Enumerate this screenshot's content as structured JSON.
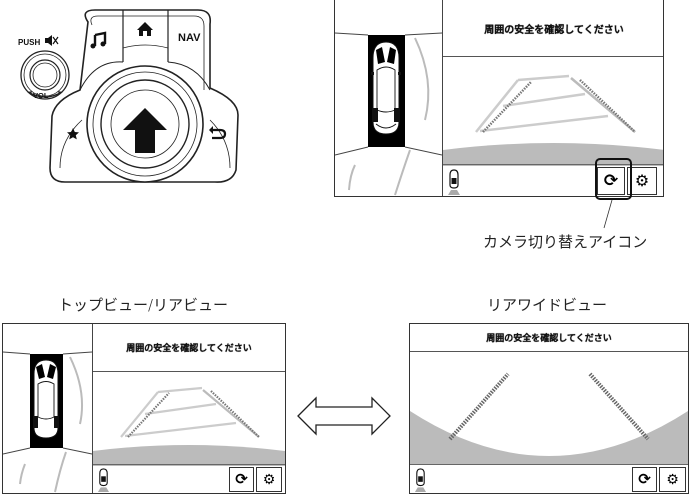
{
  "commander": {
    "push_label": "PUSH",
    "vol_label": "VOL",
    "nav_label": "NAV",
    "icons": [
      "music-icon",
      "home-icon",
      "favorite-star-icon",
      "back-icon",
      "mute-icon"
    ]
  },
  "top_screen": {
    "banner": "周囲の安全を確認してください",
    "mode": "top-view/rear-view"
  },
  "callout": {
    "label": "カメラ切り替えアイコン"
  },
  "left_screen": {
    "caption": "トップビュー/リアビュー",
    "banner": "周囲の安全を確認してください"
  },
  "right_screen": {
    "caption": "リアワイドビュー",
    "banner": "周囲の安全を確認してください"
  },
  "toggle": {
    "icon": "double-arrow-icon"
  }
}
